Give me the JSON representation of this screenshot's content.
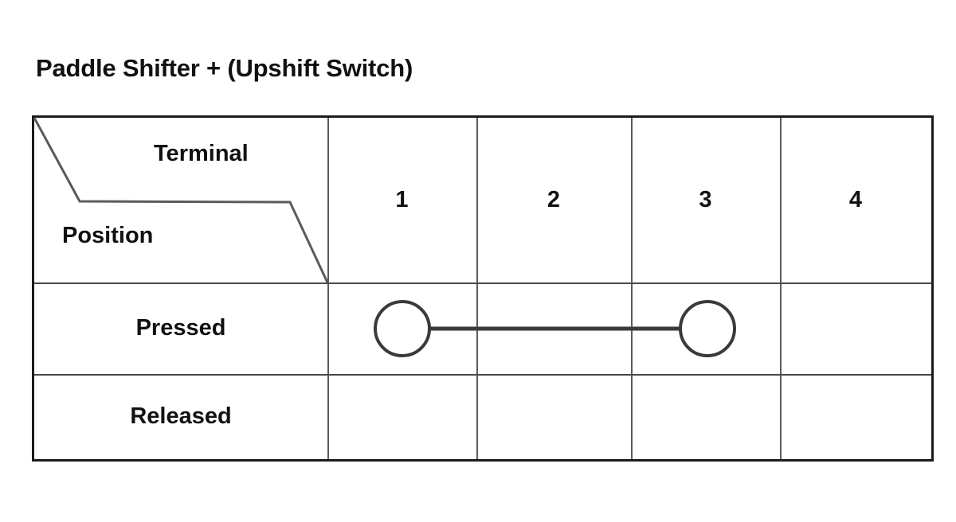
{
  "title": "Paddle Shifter + (Upshift Switch)",
  "table": {
    "corner": {
      "column_axis_label": "Terminal",
      "row_axis_label": "Position",
      "divider_icon": "diagonal-split-icon"
    },
    "terminal_columns": [
      "1",
      "2",
      "3",
      "4"
    ],
    "rows": [
      {
        "position": "Pressed",
        "continuity_icon": "continuity-link-icon",
        "contacts": [
          "1",
          "3"
        ],
        "connected_terminals": "1-3"
      },
      {
        "position": "Released",
        "continuity_icon": "",
        "contacts": [],
        "connected_terminals": ""
      }
    ]
  },
  "colors": {
    "outer_border": "#1b1b1b",
    "grid_line": "#4a4a4a",
    "contact_mark": "#3a3a3a",
    "text": "#111111",
    "background": "#ffffff"
  }
}
